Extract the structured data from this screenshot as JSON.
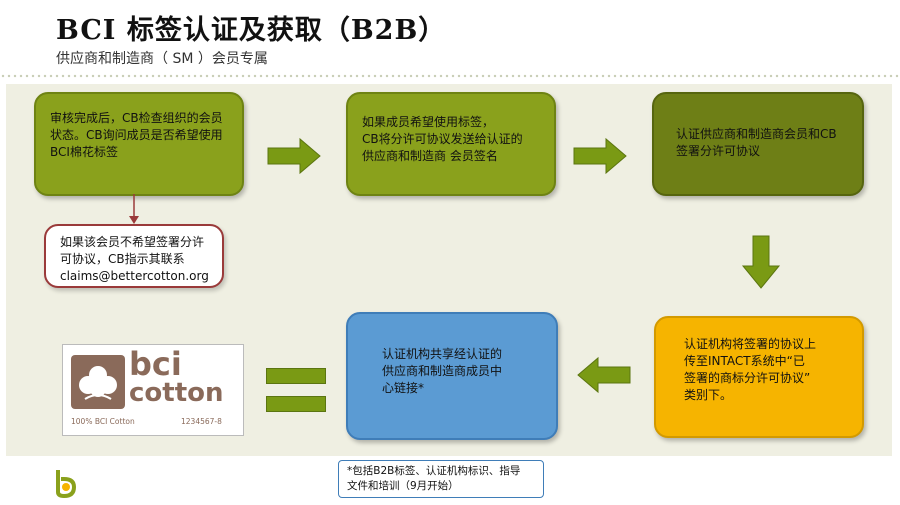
{
  "header": {
    "title": "BCI 标签认证及获取（B2B）",
    "subtitle": "供应商和制造商（ SM ）会员专属"
  },
  "steps": {
    "step1": [
      "审核完成后，CB检查组织的会员",
      "状态。CB询问成员是否希望使用",
      "BCI棉花标签"
    ],
    "note": [
      "如果该会员不希望签署分许",
      "可协议，CB指示其联系",
      "claims@bettercotton.org"
    ],
    "step2": [
      "如果成员希望使用标签，",
      "CB将分许可协议发送给认证的",
      "供应商和制造商 会员签名"
    ],
    "step3": [
      "认证供应商和制造商会员和CB",
      "签署分许可协议"
    ],
    "step4": [
      "认证机构将签署的协议上",
      "传至INTACT系统中“已",
      "签署的商标分许可协议”",
      "类别下。"
    ],
    "step5": [
      "认证机构共享经认证的",
      "供应商和制造商成员中",
      "心链接*"
    ]
  },
  "logo": {
    "line1": "bci",
    "line2": "cotton",
    "caption_left": "100% BCI Cotton",
    "caption_right": "1234567-8"
  },
  "footnote": [
    "*包括B2B标签、认证机构标识、指导",
    "文件和培训（9月开始）"
  ],
  "colors": {
    "green": "#8aa11c",
    "dark_green": "#6e7f16",
    "blue": "#5b9bd3",
    "orange": "#f6b400",
    "note_border": "#9a3a3a",
    "arrow": "#7a9a14"
  }
}
